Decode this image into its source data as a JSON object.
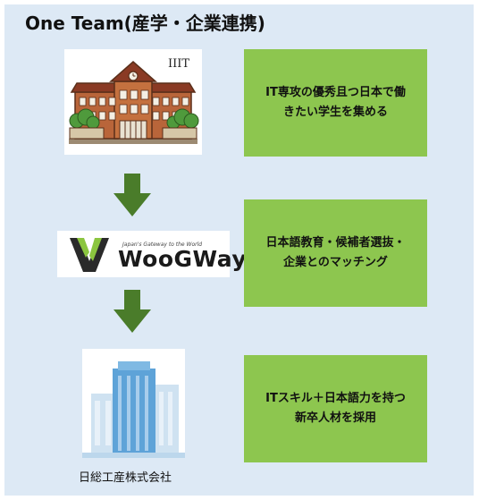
{
  "title": "One Team(産学・企業連携)",
  "university": {
    "label": "IIIT"
  },
  "company_logo": {
    "name": "WooGWay",
    "tagline": "Japan's Gateway to the World"
  },
  "corporation": {
    "caption": "日総工産株式会社"
  },
  "boxes": [
    {
      "line1": "IT専攻の優秀且つ日本で働",
      "line2": "きたい学生を集める"
    },
    {
      "line1": "日本語教育・候補者選抜・",
      "line2": "企業とのマッチング"
    },
    {
      "line1": "ITスキル＋日本語力を持つ",
      "line2": "新卒人材を採用"
    }
  ],
  "colors": {
    "panel": "#dde9f5",
    "box": "#8dc64f",
    "arrow": "#4a7c2a"
  }
}
